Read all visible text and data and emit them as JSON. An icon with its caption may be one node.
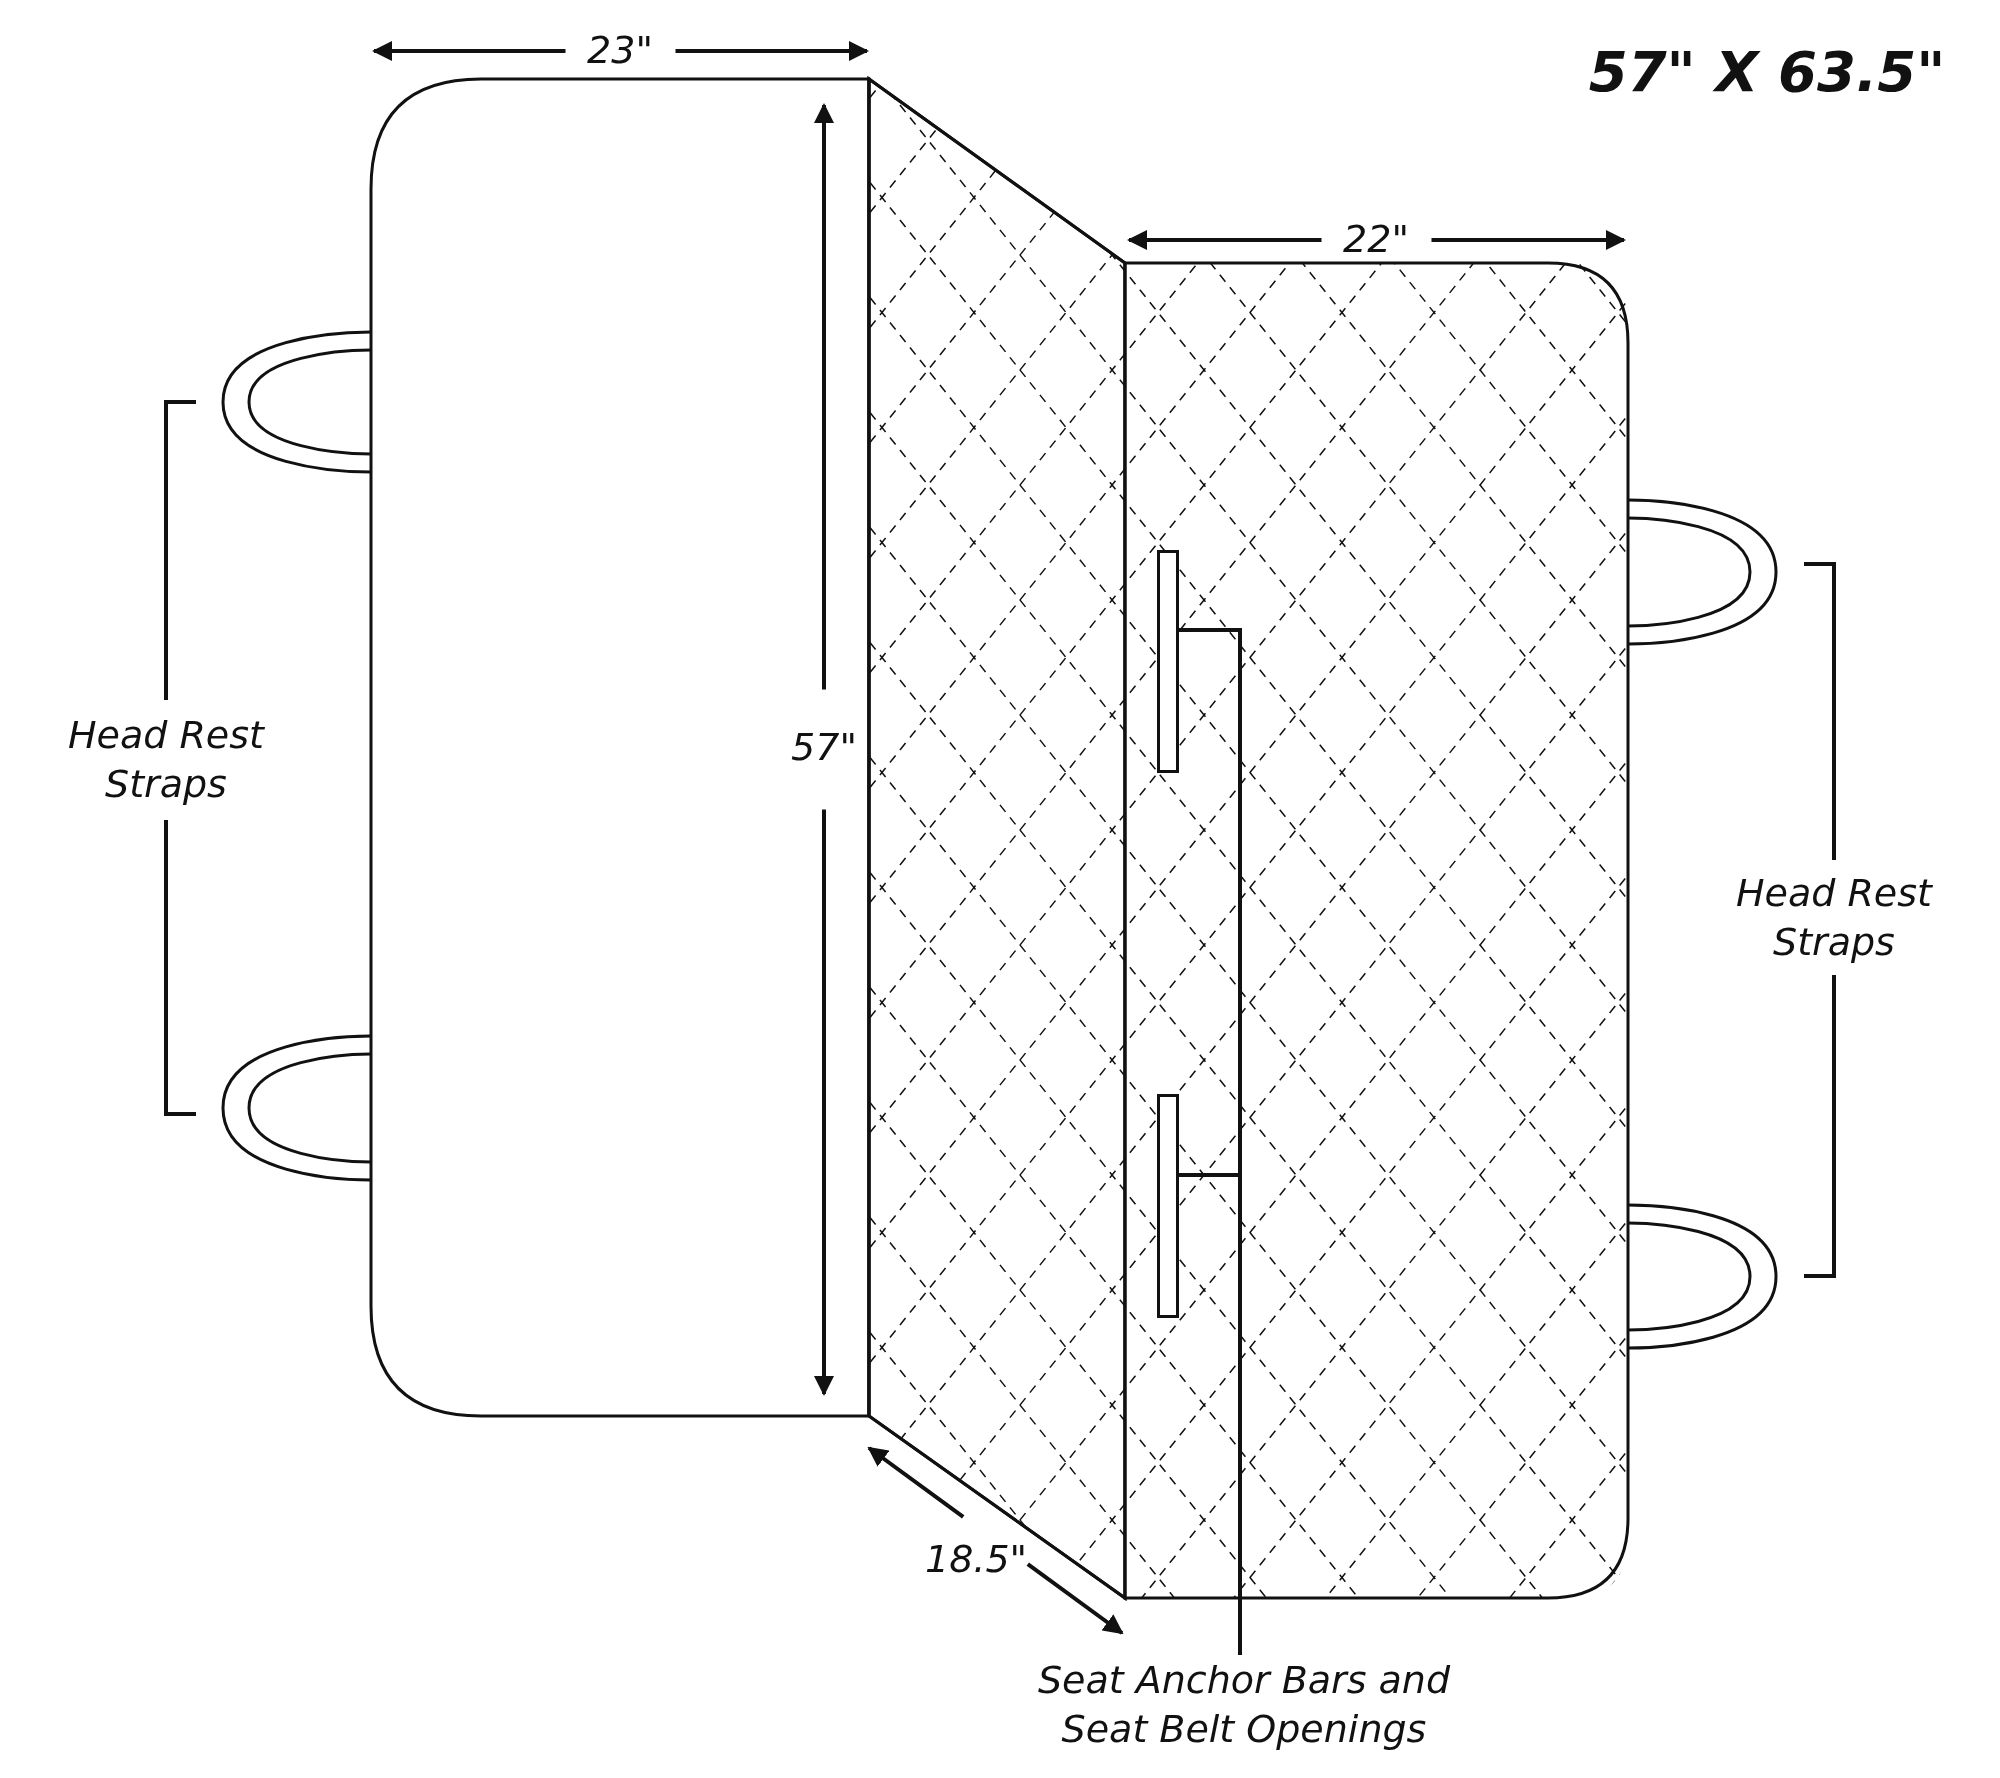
{
  "diagram": {
    "title": "57\" X 63.5\"",
    "nodes": [
      {
        "text": [
          "Seat Anchor Bars and Seat Belt Openings"
        ]
      },
      {
        "text": [],
        "shape": "bar"
      },
      {
        "text": [],
        "shape": "bar"
      }
    ],
    "edges": [
      {
        "from": 0,
        "to": 1,
        "arrow": "none"
      },
      {
        "from": 0,
        "to": 2,
        "arrow": "none"
      }
    ],
    "labels": [
      "23\"",
      "22\"",
      "Head Rest Straps",
      "57\"",
      "Head Rest Straps",
      "18.5\""
    ]
  }
}
